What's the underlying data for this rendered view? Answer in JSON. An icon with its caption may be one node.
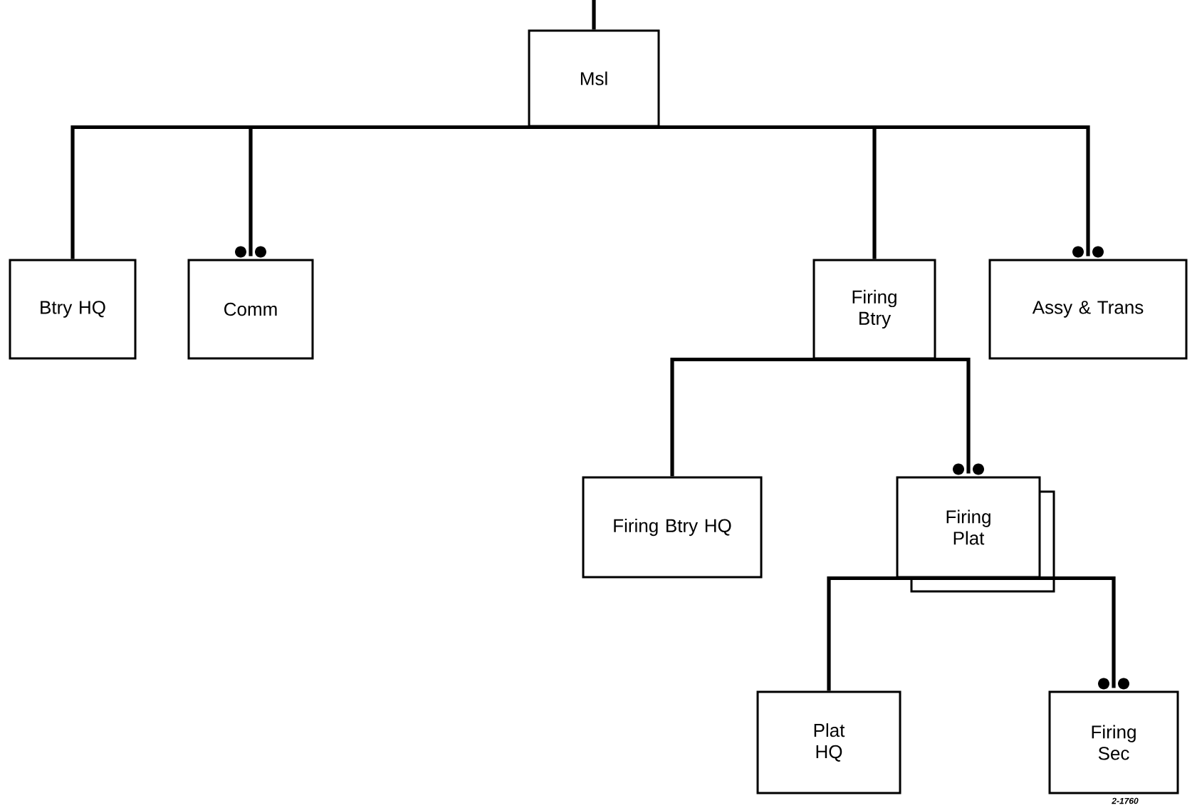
{
  "diagram": {
    "nodes": [
      {
        "text": [
          "Msl"
        ]
      },
      {
        "text": [
          "Btry HQ"
        ]
      },
      {
        "text": [
          "Comm"
        ]
      },
      {
        "text": [
          "Firing Btry"
        ]
      },
      {
        "text": [
          "Assy & Trans"
        ]
      },
      {
        "text": [
          "Firing Btry HQ"
        ]
      },
      {
        "text": [
          "Firing Plat"
        ]
      },
      {
        "text": [
          "Plat HQ"
        ]
      },
      {
        "text": [
          "Firing Sec"
        ]
      }
    ],
    "edges": [
      {
        "from": null,
        "to": 0,
        "arrow": "none"
      },
      {
        "from": 0,
        "to": 1,
        "arrow": "none"
      },
      {
        "from": 0,
        "to": 2,
        "arrow": "other"
      },
      {
        "from": 0,
        "to": 3,
        "arrow": "none"
      },
      {
        "from": 0,
        "to": 4,
        "arrow": "other"
      },
      {
        "from": 3,
        "to": 5,
        "arrow": "none"
      },
      {
        "from": 3,
        "to": 6,
        "arrow": "other"
      },
      {
        "from": 6,
        "to": 7,
        "arrow": "none"
      },
      {
        "from": 6,
        "to": 8,
        "arrow": "other"
      }
    ],
    "labels": [
      "2-1760"
    ]
  }
}
